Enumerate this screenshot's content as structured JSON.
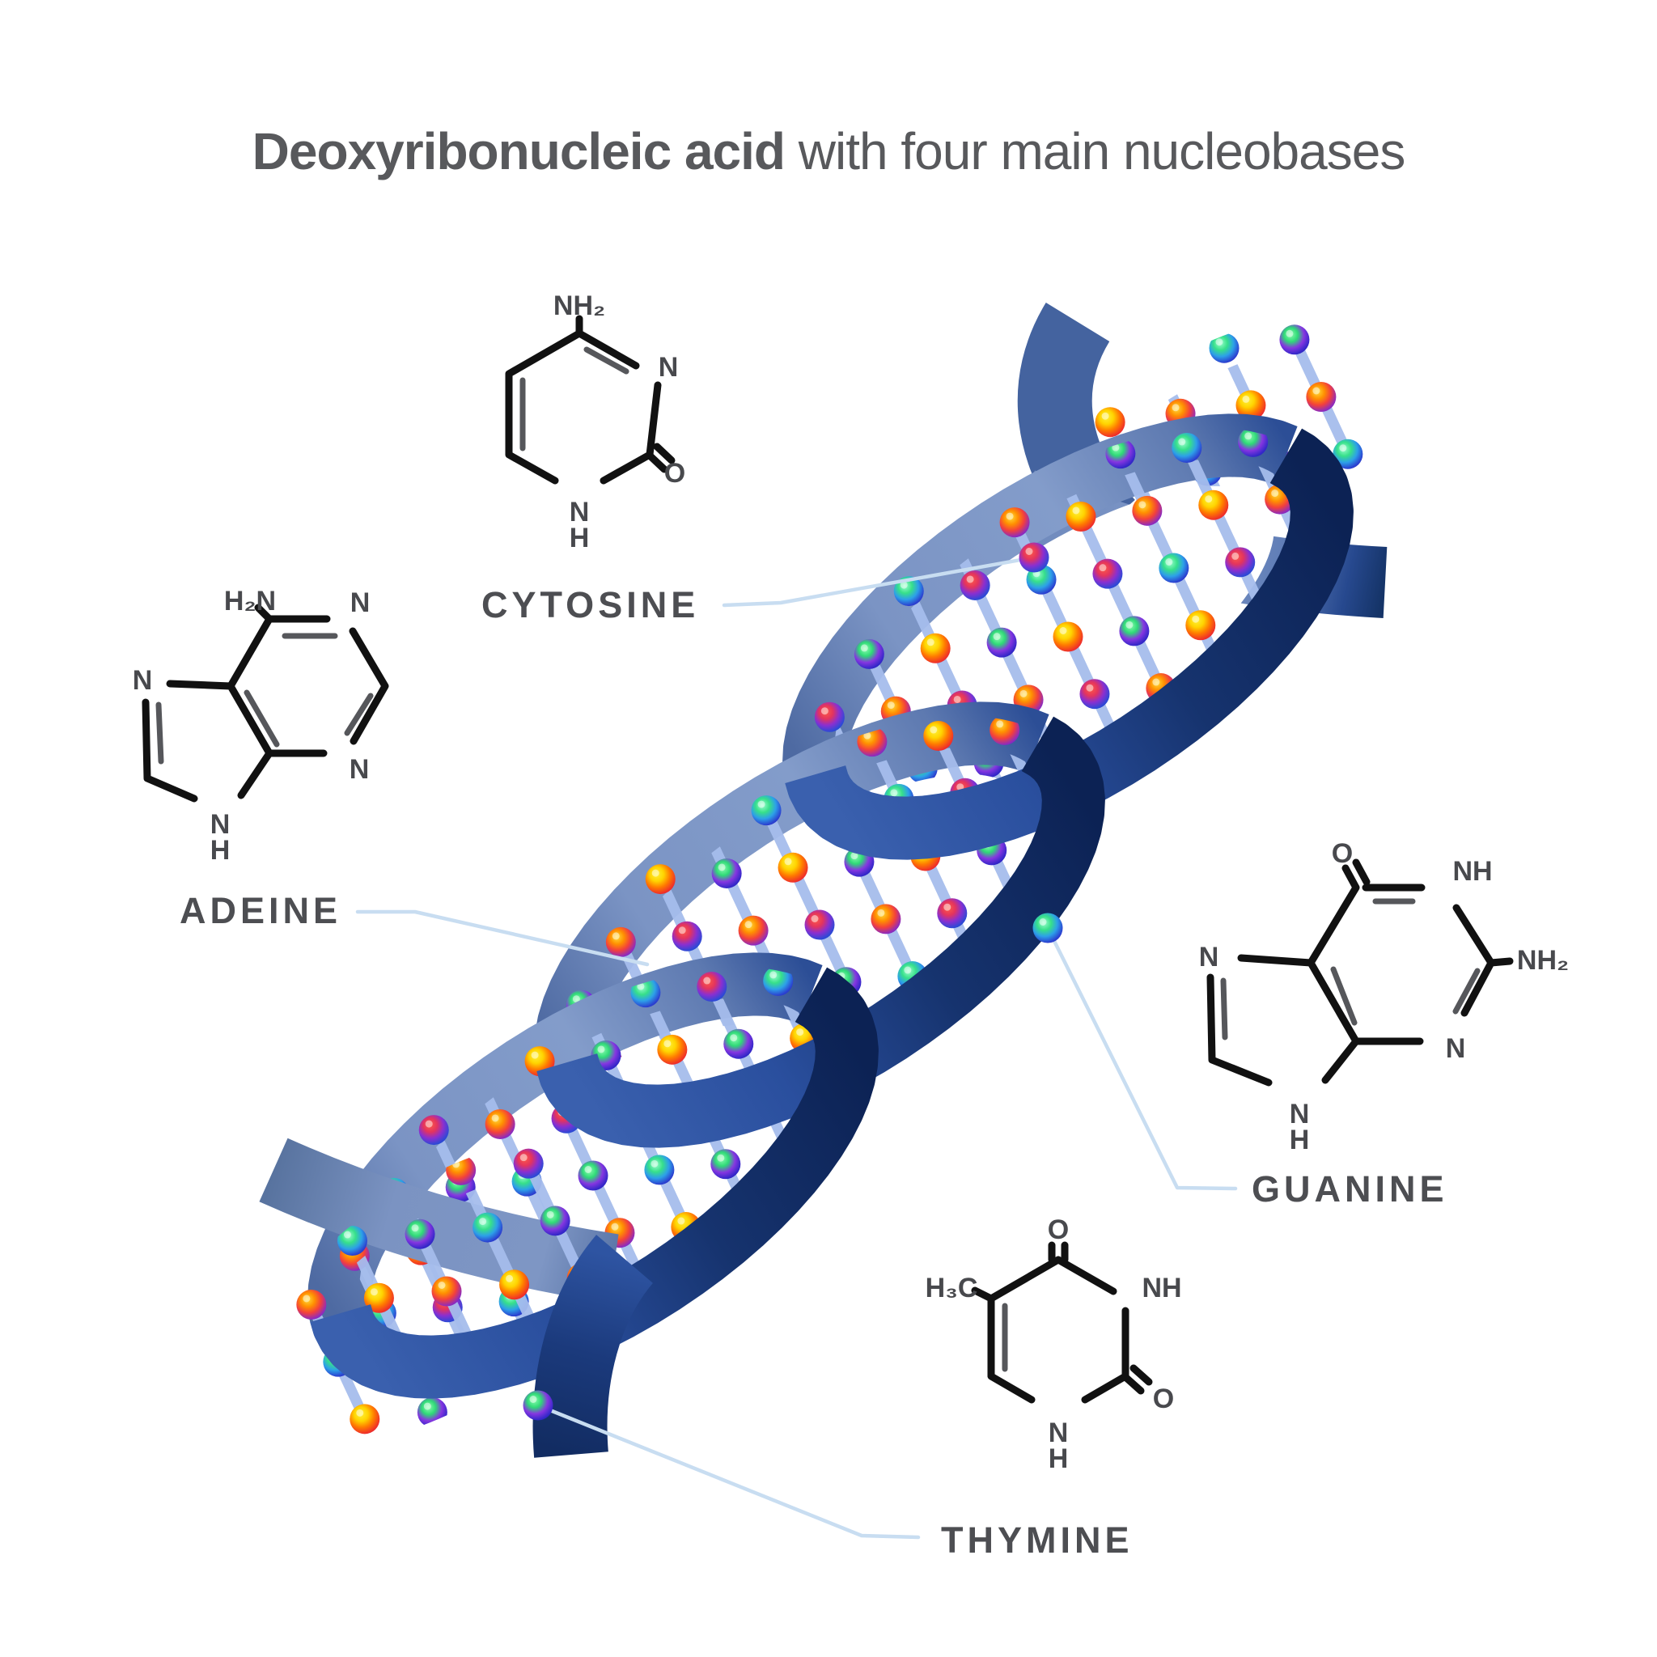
{
  "title": {
    "bold": "Deoxyribonucleic acid",
    "regular": "with four main nucleobases"
  },
  "nucleobase_labels": {
    "cytosine": "CYTOSINE",
    "adenine": "ADEINE",
    "guanine": "GUANINE",
    "thymine": "THYMINE"
  },
  "molecules": {
    "cytosine": {
      "atoms": {
        "amine": "NH₂",
        "n_ring": "N",
        "o": "O",
        "n_bottom": "N",
        "h": "H"
      }
    },
    "adenine": {
      "atoms": {
        "amine": "H₂N",
        "n_top": "N",
        "n_right": "N",
        "n_penta": "N",
        "n_bottom": "N",
        "h": "H"
      }
    },
    "guanine": {
      "atoms": {
        "o": "O",
        "nh": "NH",
        "amine": "NH₂",
        "n_right": "N",
        "n_penta": "N",
        "n_bottom": "N",
        "h": "H"
      }
    },
    "thymine": {
      "atoms": {
        "o_top": "O",
        "nh": "NH",
        "o_right": "O",
        "n_bottom": "N",
        "h": "H",
        "methyl": "H₃C"
      }
    }
  },
  "colors": {
    "background": "#ffffff",
    "title_text": "#58595c",
    "label_text": "#4d4e52",
    "leader_line": "#c8ddf1",
    "bond": "#111111",
    "bond_inner": "#56575b",
    "atom_text": "#48494d",
    "rung": "#a6bdec",
    "interior": "#ffffff",
    "tip_back": "#44639f",
    "ribbon_light_stops": [
      "#4e6aa2",
      "#7b94c4",
      "#839cca",
      "#5d79b0",
      "#2c4e96"
    ],
    "ribbon_dark_stops": [
      "#3a60ae",
      "#2a4f9e",
      "#16336e",
      "#0c2254"
    ]
  },
  "helix": {
    "loop_count": 5,
    "tilt_deg": -33,
    "bead_radius": 18.5,
    "bead_palettes": [
      [
        "#fff23a",
        "#ffd400",
        "#ff7a00",
        "#ef2f2a",
        "#c01c4a"
      ],
      [
        "#ff5d45",
        "#e3345e",
        "#8a2fd0",
        "#2d49d6",
        "#1f3bb4"
      ],
      [
        "#8cffb0",
        "#2fd977",
        "#8636e0",
        "#3327c9",
        "#231f9e"
      ],
      [
        "#ffe03a",
        "#ff9000",
        "#f3403c",
        "#8d2bbf",
        "#5b21a8"
      ],
      [
        "#9fffd0",
        "#37e08a",
        "#2da0e8",
        "#2b3fd0",
        "#2330a8"
      ]
    ]
  }
}
